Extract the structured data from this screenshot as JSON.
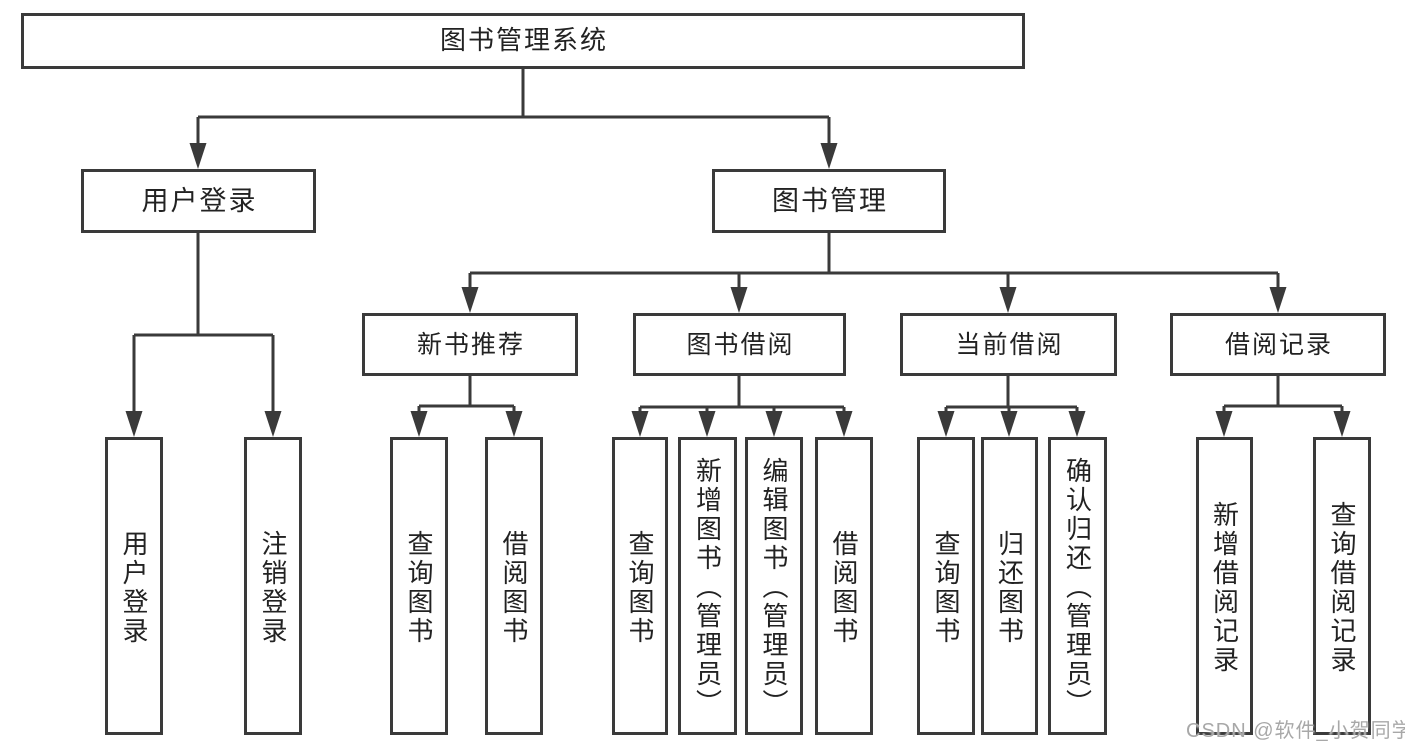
{
  "tree": {
    "label": "图书管理系统",
    "children": [
      {
        "label": "用户登录",
        "children": [
          {
            "label": "用户登录"
          },
          {
            "label": "注销登录"
          }
        ]
      },
      {
        "label": "图书管理",
        "children": [
          {
            "label": "新书推荐",
            "children": [
              {
                "label": "查询图书"
              },
              {
                "label": "借阅图书"
              }
            ]
          },
          {
            "label": "图书借阅",
            "children": [
              {
                "label": "查询图书"
              },
              {
                "label": "新增图书（管理员）"
              },
              {
                "label": "编辑图书（管理员）"
              },
              {
                "label": "借阅图书"
              }
            ]
          },
          {
            "label": "当前借阅",
            "children": [
              {
                "label": "查询图书"
              },
              {
                "label": "归还图书"
              },
              {
                "label": "确认归还（管理员）"
              }
            ]
          },
          {
            "label": "借阅记录",
            "children": [
              {
                "label": "新增借阅记录"
              },
              {
                "label": "查询借阅记录"
              }
            ]
          }
        ]
      }
    ]
  },
  "watermark": {
    "text": "CSDN @软件_小贺同学"
  },
  "colors": {
    "line": "#3a3a3a",
    "text": "#222222",
    "watermark": "#a8a8a8",
    "background": "#ffffff"
  }
}
